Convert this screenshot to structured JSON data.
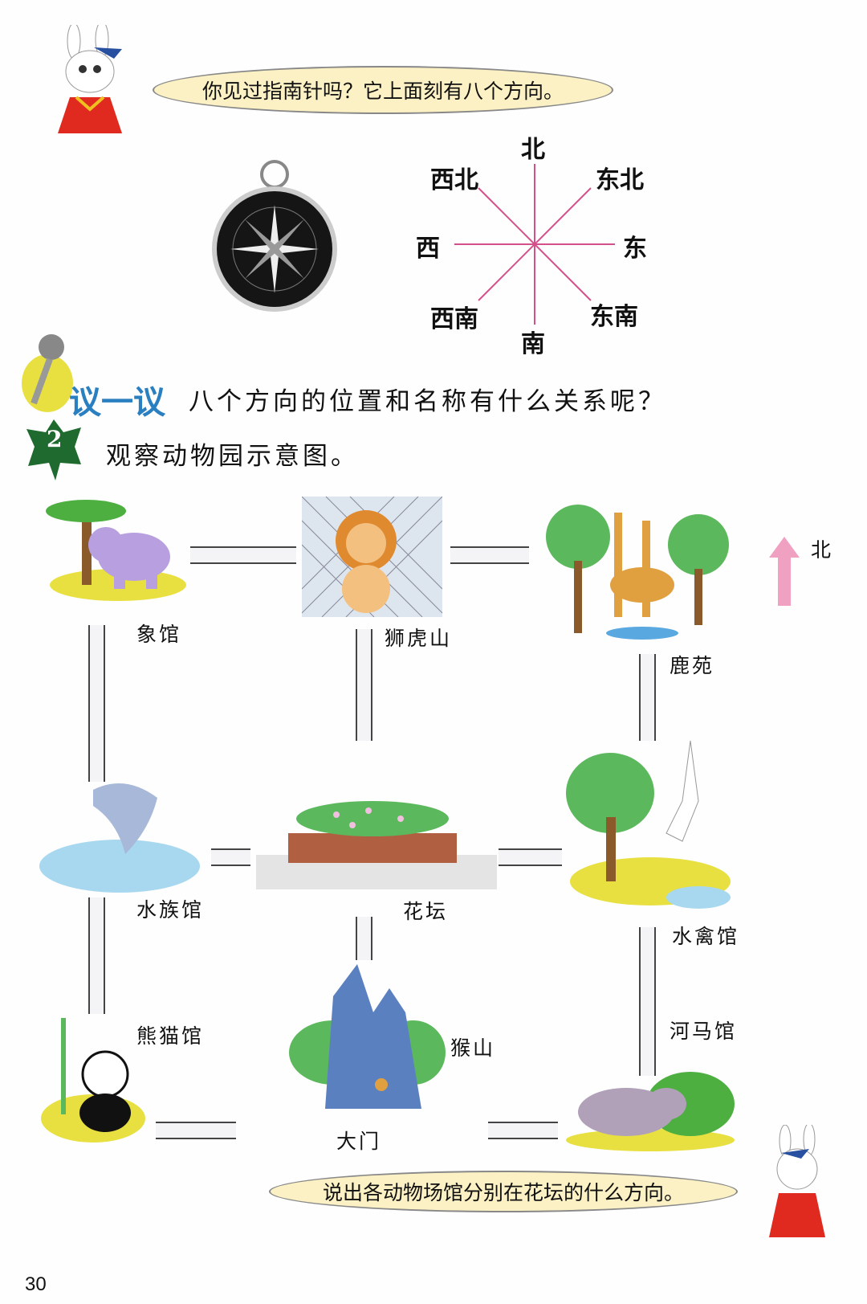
{
  "intro_bubble": "你见过指南针吗？它上面刻有八个方向。",
  "directions": {
    "n": "北",
    "ne": "东北",
    "e": "东",
    "se": "东南",
    "s": "南",
    "sw": "西南",
    "w": "西",
    "nw": "西北"
  },
  "discuss": {
    "tag": "议一议",
    "question": "八个方向的位置和名称有什么关系呢？"
  },
  "task": {
    "number": "2",
    "text": "观察动物园示意图。"
  },
  "map": {
    "north_label": "北",
    "places": {
      "elephant": "象馆",
      "lion": "狮虎山",
      "deer": "鹿苑",
      "aquarium": "水族馆",
      "flowerbed": "花坛",
      "waterfowl": "水禽馆",
      "panda": "熊猫馆",
      "monkey": "猴山",
      "gate": "大门",
      "hippo": "河马馆"
    }
  },
  "bottom_bubble": "说出各动物场馆分别在花坛的什么方向。",
  "page_number": "30",
  "colors": {
    "direction_lines": "#d4508a",
    "bubble": "#fbf1c4",
    "leaf": "#1f6b2f",
    "discuss_tag": "#2a7fc0",
    "north_arrow": "#f0a0c0"
  }
}
